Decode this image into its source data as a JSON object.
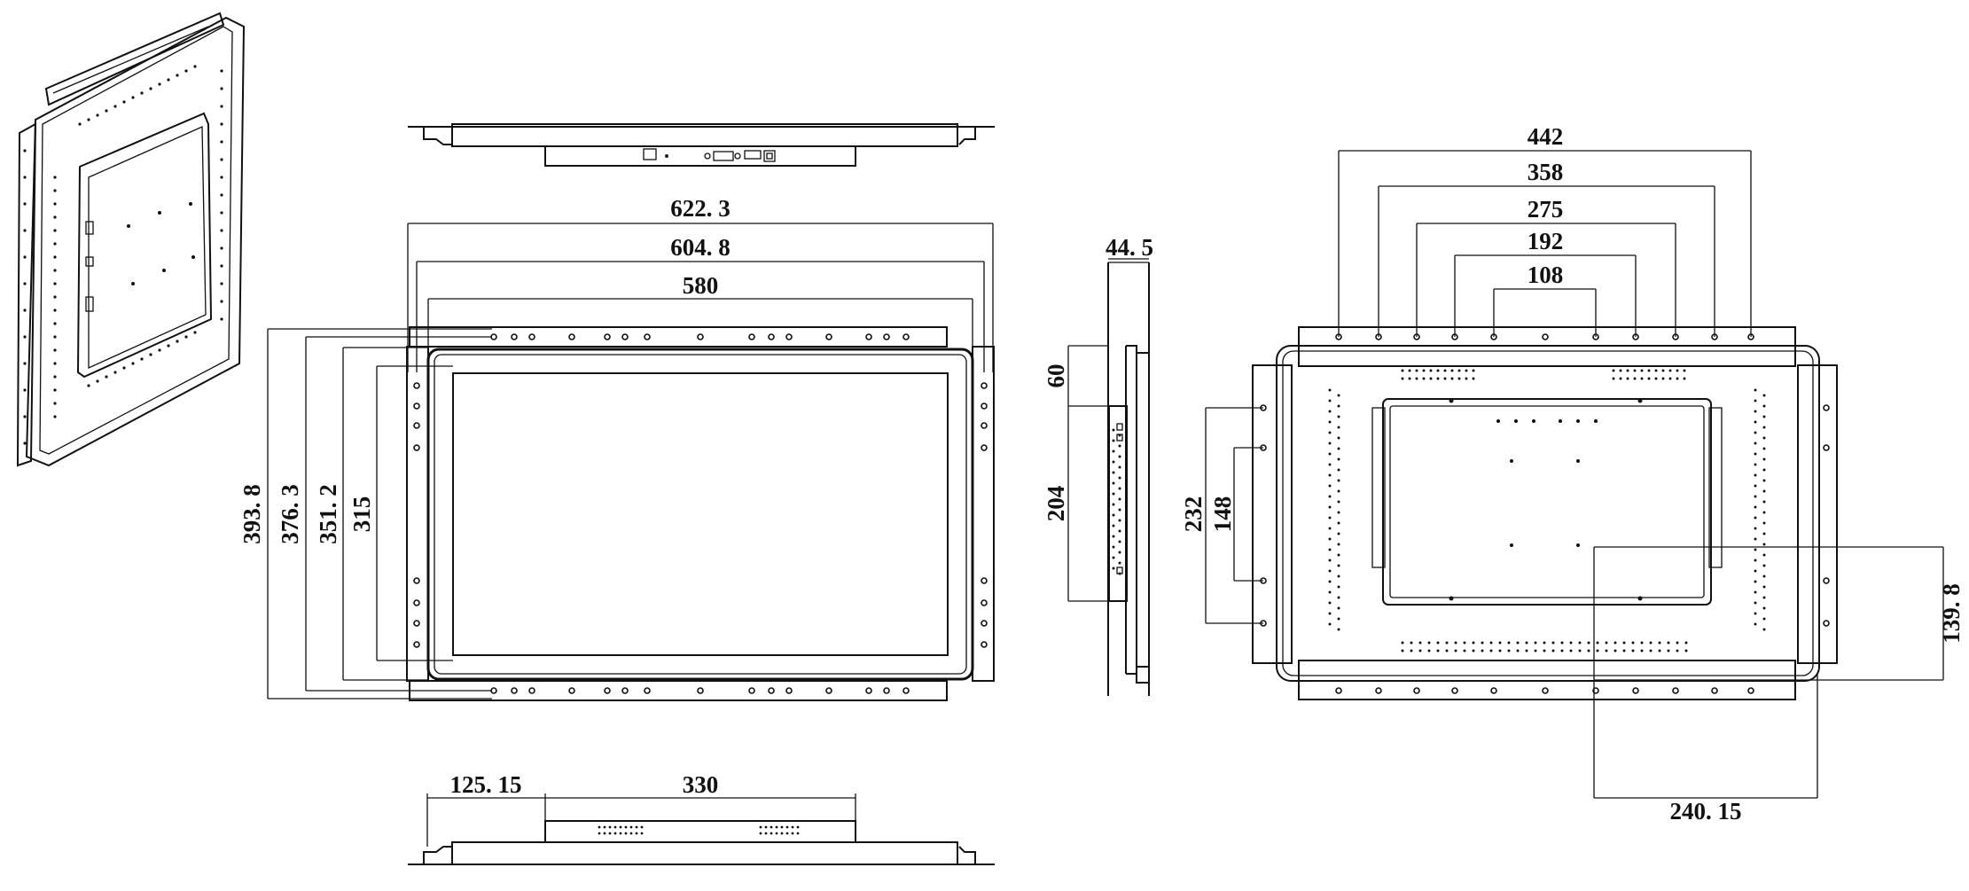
{
  "views": {
    "perspective": {
      "label": ""
    },
    "top": {
      "label": ""
    },
    "front": {
      "dimensions": {
        "width_outer": "622. 3",
        "width_mid": "604. 8",
        "width_inner": "580",
        "height_outer": "393. 8",
        "height_2": "376. 3",
        "height_3": "351. 2",
        "height_inner": "315"
      }
    },
    "side": {
      "dimensions": {
        "depth": "44. 5",
        "offset": "60",
        "height": "204"
      }
    },
    "bottom": {
      "dimensions": {
        "left_offset": "125. 15",
        "box_width": "330"
      }
    },
    "rear": {
      "dimensions": {
        "h1": "442",
        "h2": "358",
        "h3": "275",
        "h4": "192",
        "h5": "108",
        "v1": "232",
        "v2": "148",
        "v_right": "139. 8",
        "h_bottom": "240. 15"
      }
    }
  },
  "colors": {
    "line": "#111111",
    "background": "#ffffff"
  }
}
